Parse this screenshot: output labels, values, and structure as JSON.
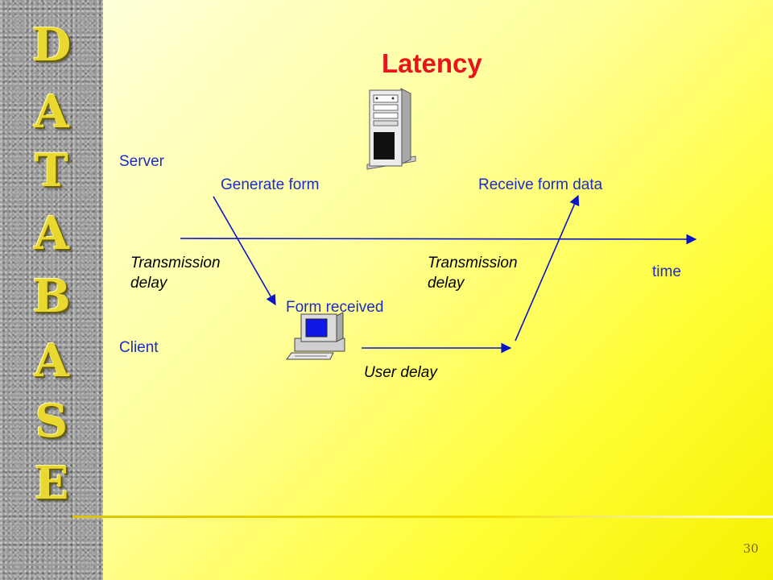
{
  "sidebar": {
    "letters": [
      "D",
      "A",
      "T",
      "A",
      "B",
      "A",
      "S",
      "E"
    ]
  },
  "title": "Latency",
  "labels": {
    "server": "Server",
    "client": "Client",
    "generate_form": "Generate form",
    "receive_form_data": "Receive form data",
    "time": "time",
    "form_received": "Form received"
  },
  "italic_labels": {
    "transmission_delay_1": [
      "Transmission",
      "delay"
    ],
    "transmission_delay_2": [
      "Transmission",
      "delay"
    ],
    "user_delay": "User delay"
  },
  "icons": {
    "server": "server-tower-icon",
    "client": "desktop-computer-icon"
  },
  "colors": {
    "label": "#1c2cc8",
    "arrow": "#0a14c8",
    "title": "#e8141a",
    "sidebar_letter": "#e8d830"
  },
  "slide_number": "30"
}
